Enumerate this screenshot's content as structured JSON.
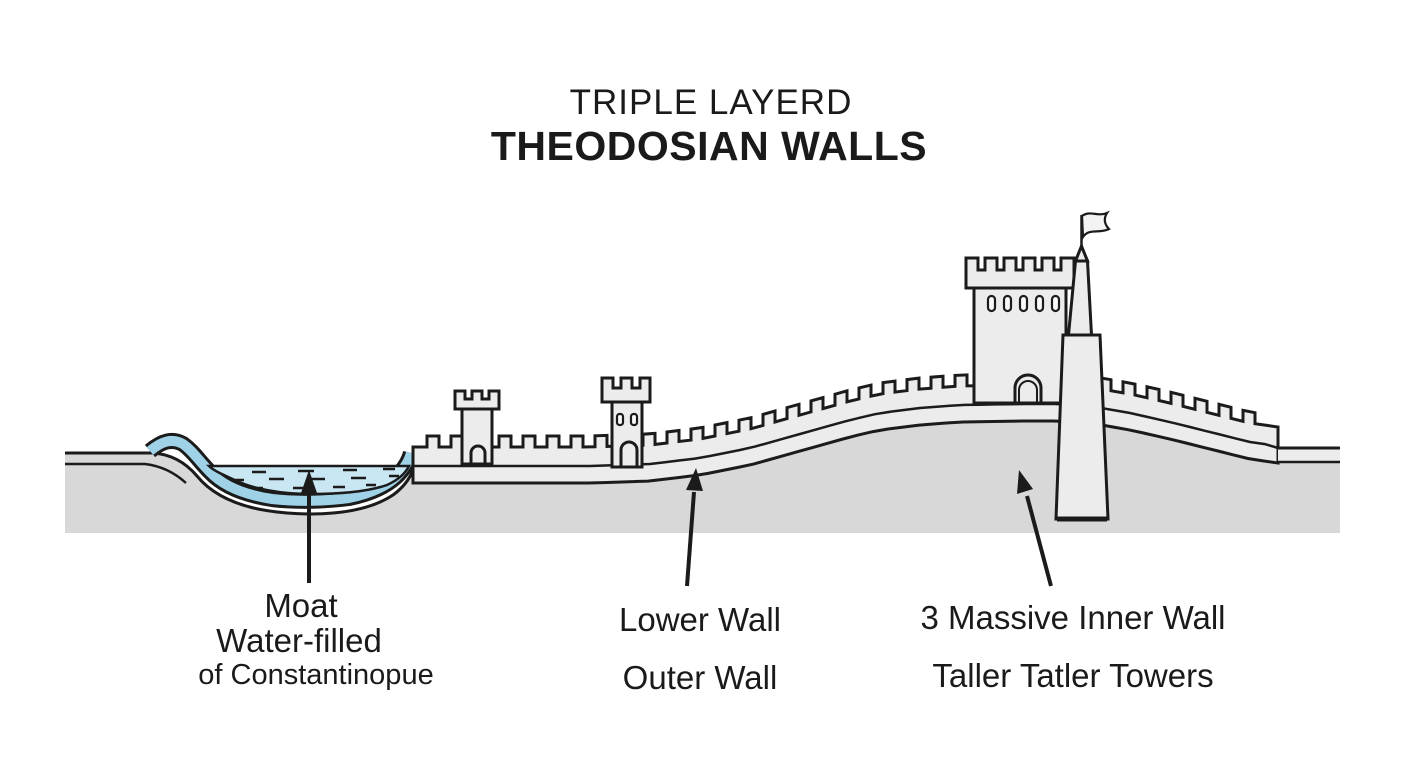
{
  "title": {
    "line1": "TRIPLE LAYERD",
    "line2": "THEODOSIAN WALLS"
  },
  "callouts": {
    "moat": {
      "line1": "Moat",
      "line2": "Water-filled",
      "line3": "of Constantinopue"
    },
    "outer_wall": {
      "line1": "Lower Wall",
      "line2": "Outer Wall"
    },
    "inner_wall": {
      "line1": "3 Massive Inner Wall",
      "line2": "Taller Tatler Towers"
    }
  },
  "colors": {
    "background": "#ffffff",
    "ground": "#d8d8d8",
    "wall": "#ececec",
    "water": "#c9e7f2",
    "lining": "#9fd2e6",
    "window": "#fafafa",
    "flag": "#f3f3f3",
    "outline": "#1b1b1b",
    "text": "#1a1a1a"
  }
}
